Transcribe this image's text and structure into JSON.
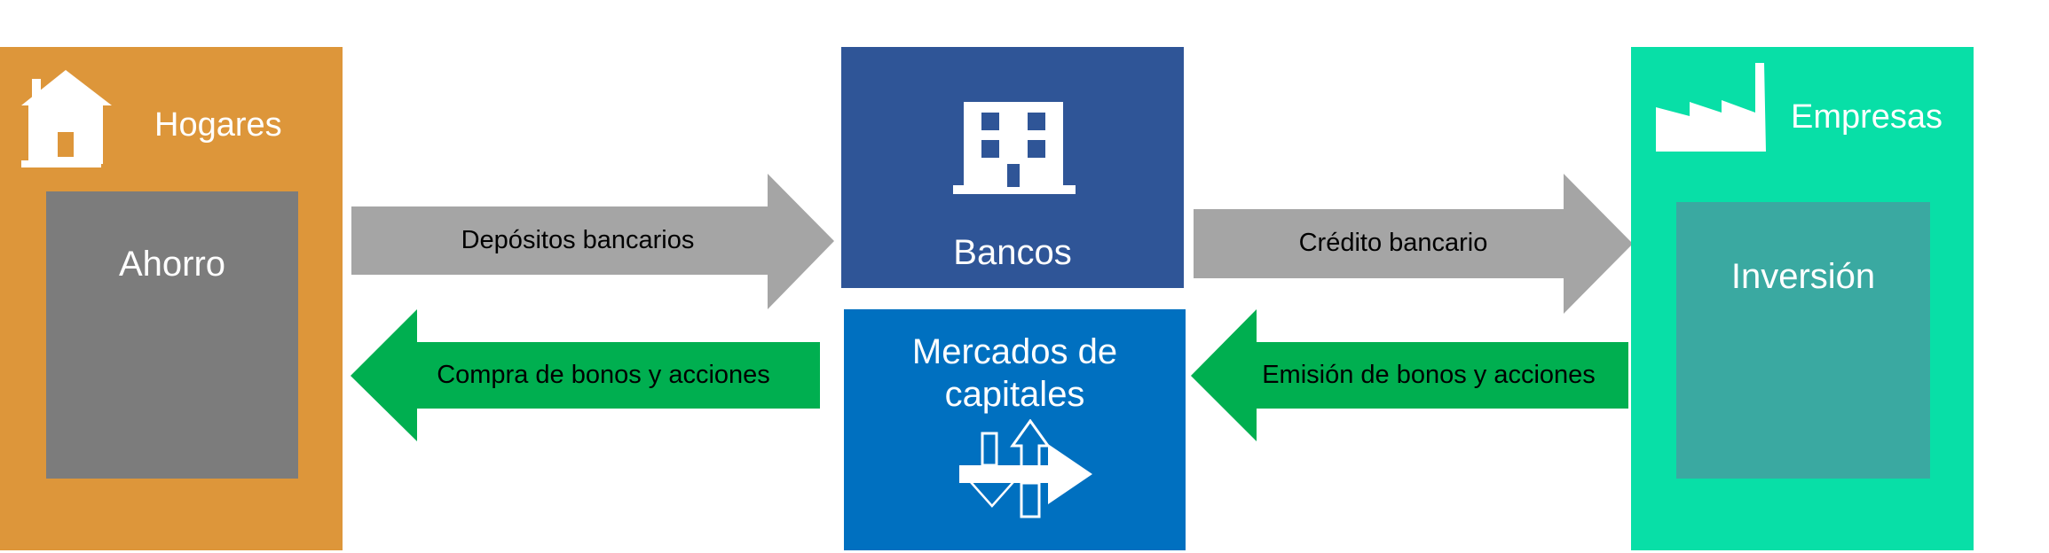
{
  "colors": {
    "hogares": "#DD963A",
    "ahorro": "#7C7C7C",
    "bancos": "#2F5597",
    "mercados": "#0070C0",
    "empresas": "#08DFA7",
    "inversion": "#3AA9A1",
    "grey_arrow": "#A5A5A5",
    "green_arrow": "#00AF50"
  },
  "nodes": {
    "hogares": {
      "title": "Hogares",
      "icon": "house-icon",
      "inner_label": "Ahorro"
    },
    "bancos": {
      "title": "Bancos",
      "icon": "building-icon"
    },
    "mercados": {
      "title_line1": "Mercados de",
      "title_line2": "capitales",
      "icon": "exchange-arrows-icon"
    },
    "empresas": {
      "title": "Empresas",
      "icon": "factory-icon",
      "inner_label": "Inversión"
    }
  },
  "flows": [
    {
      "label": "Depósitos bancarios",
      "from": "Hogares",
      "to": "Bancos",
      "direction": "right"
    },
    {
      "label": "Compra de bonos y acciones",
      "from": "Mercados de capitales",
      "to": "Hogares",
      "direction": "left"
    },
    {
      "label": "Crédito bancario",
      "from": "Bancos",
      "to": "Empresas",
      "direction": "right"
    },
    {
      "label": "Emisión de bonos y acciones",
      "from": "Empresas",
      "to": "Mercados de capitales",
      "direction": "left"
    }
  ]
}
